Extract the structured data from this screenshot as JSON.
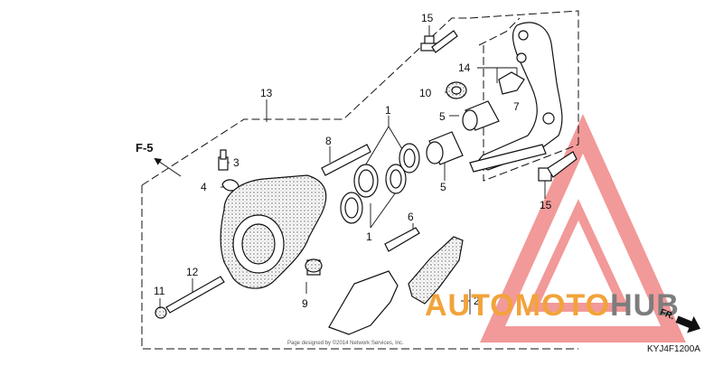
{
  "diagram": {
    "callouts": {
      "c1_top": "1",
      "c1_bottom": "1",
      "c2": "2",
      "c3": "3",
      "c4": "4",
      "c5_top": "5",
      "c5_bottom": "5",
      "c6": "6",
      "c7": "7",
      "c8": "8",
      "c9": "9",
      "c10": "10",
      "c11": "11",
      "c12": "12",
      "c13": "13",
      "c14": "14",
      "c15_top": "15",
      "c15_bottom": "15"
    },
    "ref_label": "F-5",
    "front_label": "FR.",
    "diagram_code": "KYJ4F1200A",
    "copyright": "Page designed by ©2014 Network Services, Inc."
  },
  "watermark": {
    "text_part1": "AUTO",
    "text_part2": "MOTO",
    "text_part3": "HUB",
    "color_orange": "#f2a33a",
    "color_grey": "#7d7d7d",
    "color_red": "#e84646"
  }
}
